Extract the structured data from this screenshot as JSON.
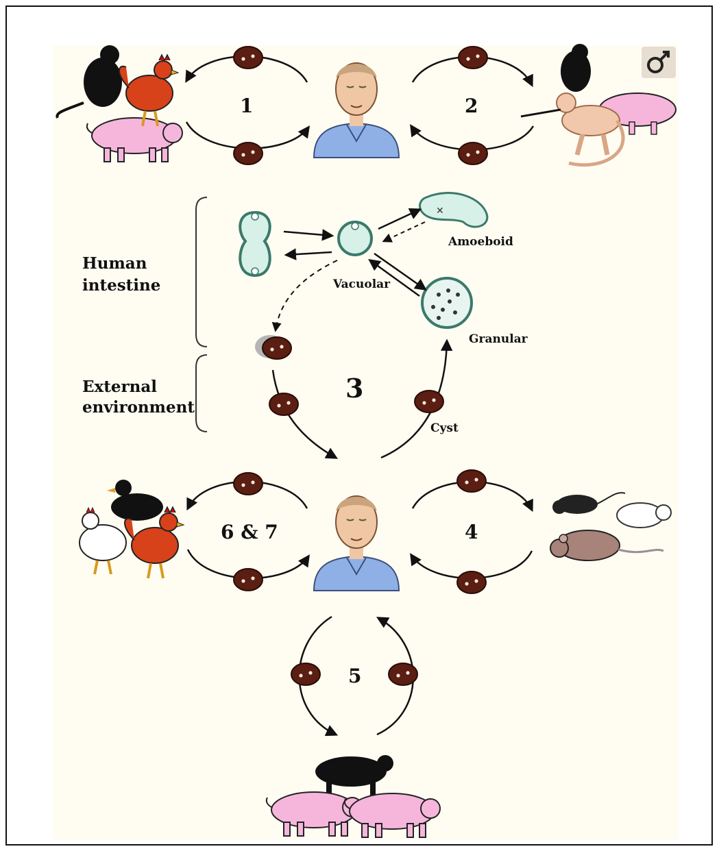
{
  "cycles": {
    "c1": "1",
    "c2": "2",
    "c3": "3",
    "c4": "4",
    "c5": "5",
    "c67": "6 & 7"
  },
  "stages": {
    "amoeboid": "Amoeboid",
    "vacuolar": "Vacuolar",
    "granular": "Granular",
    "cyst": "Cyst"
  },
  "regions": {
    "human_intestine_l1": "Human",
    "human_intestine_l2": "intestine",
    "external_l1": "External",
    "external_l2": "environment"
  },
  "icons": [
    "monkey-icon",
    "rooster-icon",
    "pig-icon",
    "human-icon",
    "cyst-icon",
    "rat-icon",
    "duck-icon",
    "black-pig-icon",
    "male-symbol-icon"
  ],
  "colors": {
    "cyst_fill": "#5a1e12",
    "stage_fill": "#d7f0e8",
    "stage_stroke": "#3a7a6a",
    "human_shirt": "#8fb0e6",
    "pig_pink": "#f6b6dc",
    "rooster_red": "#d8421a"
  }
}
